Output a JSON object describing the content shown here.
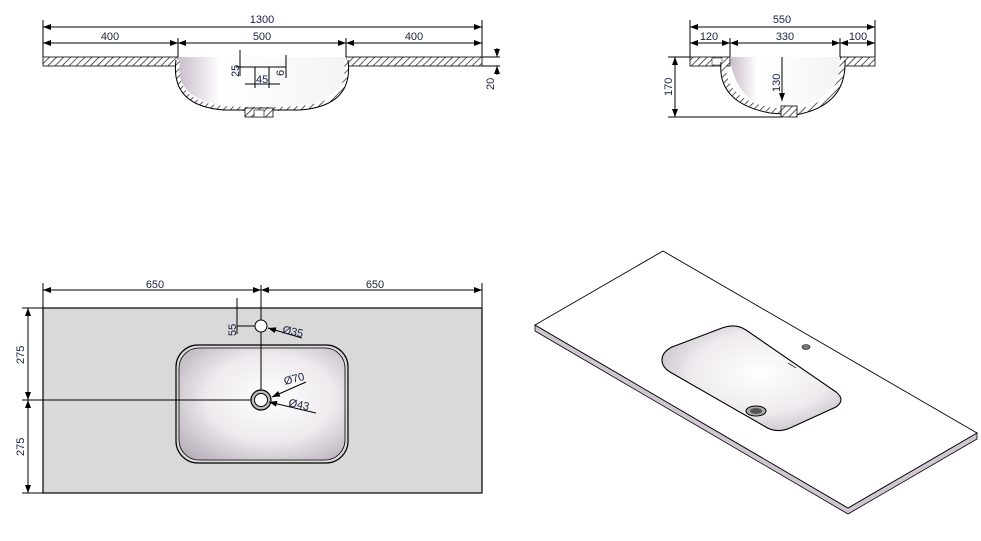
{
  "front_view": {
    "overall_width": "1300",
    "left_deck": "400",
    "basin_width": "500",
    "right_deck": "400",
    "overflow_offset": "25",
    "overflow_width": "45",
    "overflow_height": "6",
    "deck_thickness": "20"
  },
  "side_view": {
    "overall_depth": "550",
    "back_deck": "120",
    "basin_depth_span": "330",
    "front_deck": "100",
    "overall_height": "170",
    "basin_depth": "130"
  },
  "plan_view": {
    "left_half": "650",
    "right_half": "650",
    "back_half": "275",
    "front_half": "275",
    "tap_hole_offset": "55",
    "tap_hole_diameter": "Ø35",
    "drain_outer_diameter": "Ø70",
    "drain_inner_diameter": "Ø43"
  },
  "colors": {
    "deck": "#d9d9d9",
    "dimension_text": "#1a2040"
  }
}
